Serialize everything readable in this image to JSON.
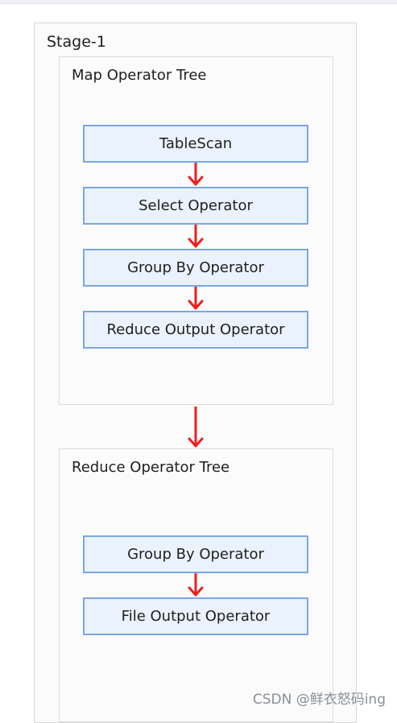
{
  "stage": {
    "title": "Stage-1"
  },
  "map_tree": {
    "title": "Map Operator Tree",
    "operators": [
      "TableScan",
      "Select Operator",
      "Group By Operator",
      "Reduce Output Operator"
    ]
  },
  "reduce_tree": {
    "title": "Reduce Operator Tree",
    "operators": [
      "Group By Operator",
      "File Output Operator"
    ]
  },
  "colors": {
    "operator_fill": "#eaf2fd",
    "operator_border": "#7aa7df",
    "arrow": "#ef1f1f",
    "panel_border": "#d9d9d9"
  },
  "watermark": "CSDN @鲜衣怒码ing"
}
